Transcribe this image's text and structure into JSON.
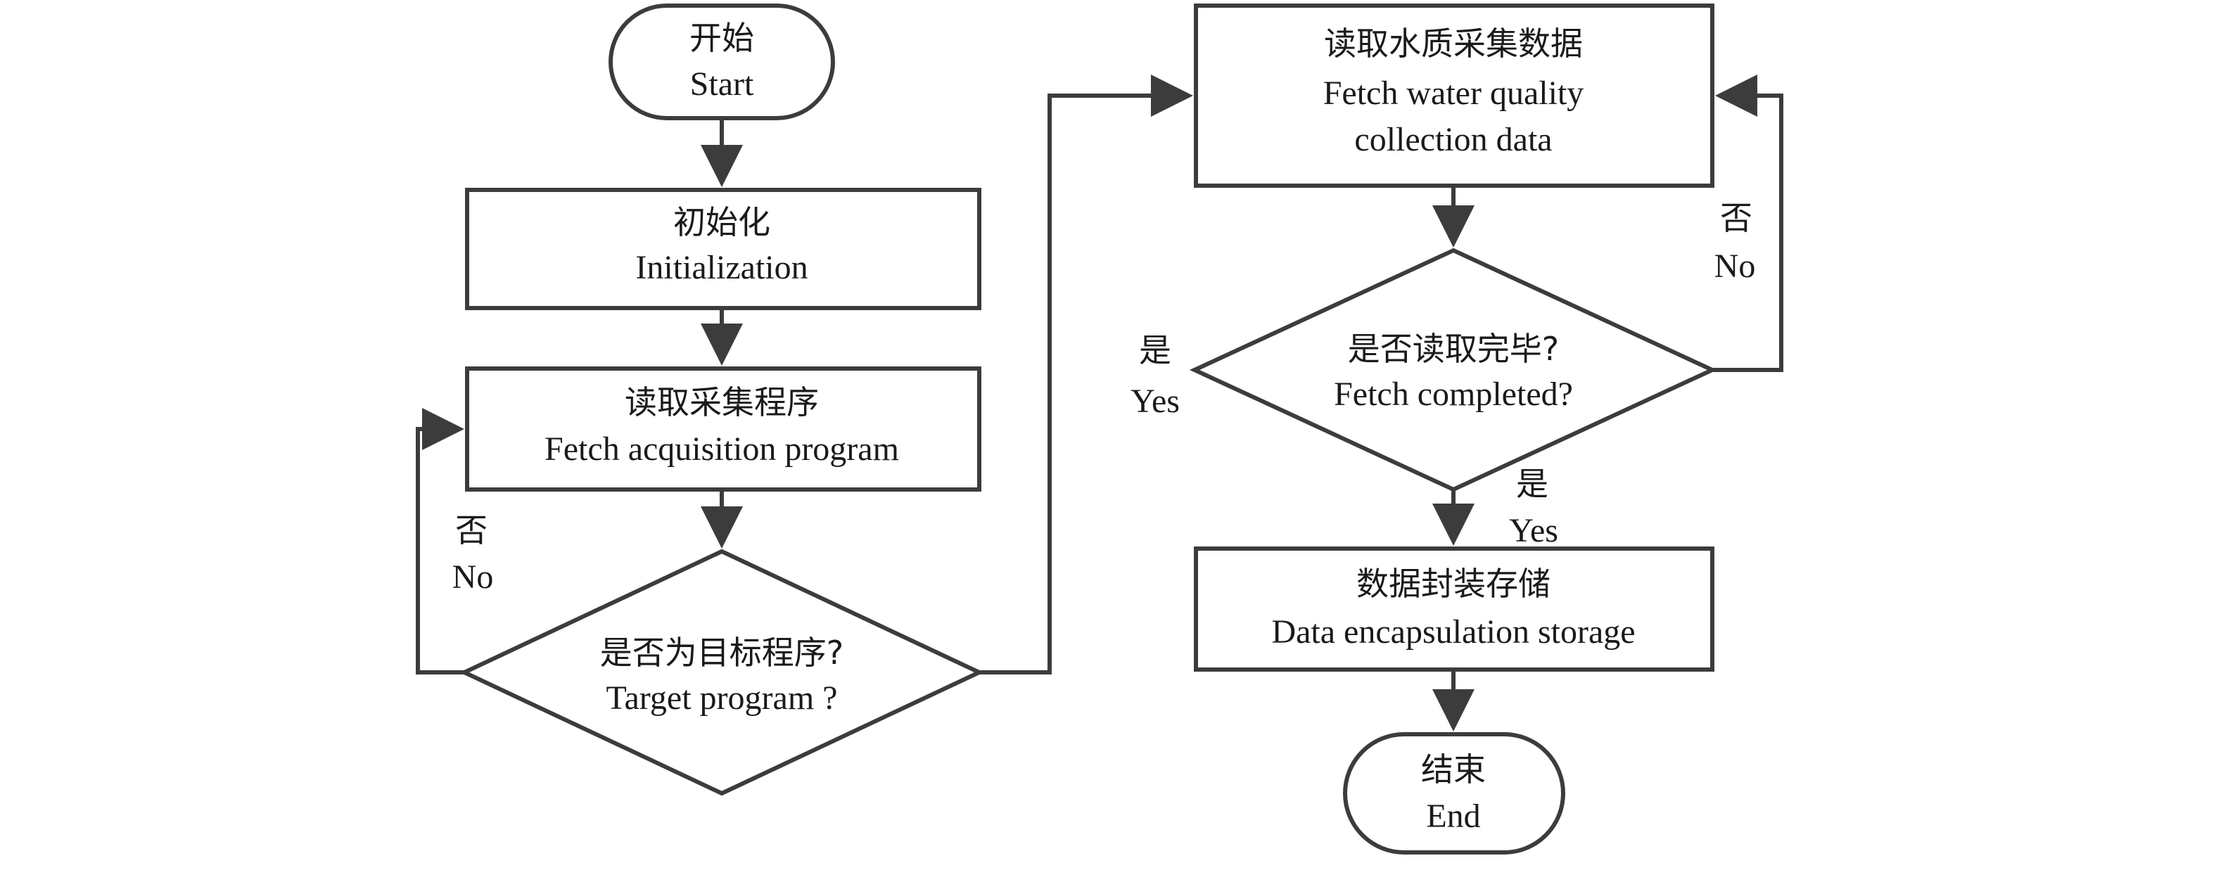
{
  "nodes": {
    "start": {
      "zh": "开始",
      "en": "Start"
    },
    "init": {
      "zh": "初始化",
      "en": "Initialization"
    },
    "fetch_program": {
      "zh": "读取采集程序",
      "en": "Fetch acquisition program"
    },
    "decision_target": {
      "zh": "是否为目标程序?",
      "en": "Target program ?"
    },
    "fetch_data": {
      "zh": "读取水质采集数据",
      "en_line1": "Fetch water quality",
      "en_line2": "collection data"
    },
    "decision_complete": {
      "zh": "是否读取完毕?",
      "en": "Fetch completed?"
    },
    "store": {
      "zh": "数据封装存储",
      "en": "Data encapsulation storage"
    },
    "end": {
      "zh": "结束",
      "en": "End"
    }
  },
  "edge_labels": {
    "target_no": {
      "zh": "否",
      "en": "No"
    },
    "complete_no": {
      "zh": "否",
      "en": "No"
    },
    "complete_yes_left": {
      "zh": "是",
      "en": "Yes"
    },
    "complete_yes_down": {
      "zh": "是",
      "en": "Yes"
    }
  },
  "colors": {
    "stroke": "#3c3c3c",
    "text": "#1a1a1a",
    "background": "#ffffff"
  }
}
